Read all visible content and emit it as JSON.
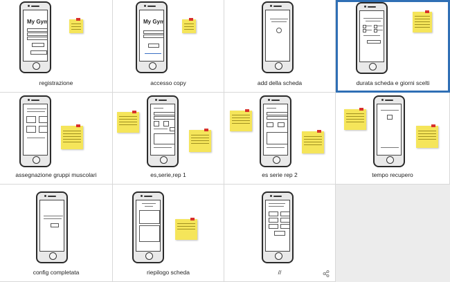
{
  "grid": {
    "cells": [
      {
        "label": "registrazione",
        "screen_title": "My Gym"
      },
      {
        "label": "accesso copy",
        "screen_title": "My Gym"
      },
      {
        "label": "add della scheda"
      },
      {
        "label": "durata scheda e giorni scelti"
      },
      {
        "label": "assegnazione gruppi muscolari"
      },
      {
        "label": "es,serie,rep 1"
      },
      {
        "label": "es serie rep 2"
      },
      {
        "label": "tempo recupero"
      },
      {
        "label": "config completata"
      },
      {
        "label": "riepilogo scheda"
      },
      {
        "label": "//"
      }
    ]
  },
  "colors": {
    "accent": "#2f6fb5",
    "sticky": "#f5e55a",
    "pin": "#d9312b"
  },
  "icons": [
    "share-icon"
  ]
}
